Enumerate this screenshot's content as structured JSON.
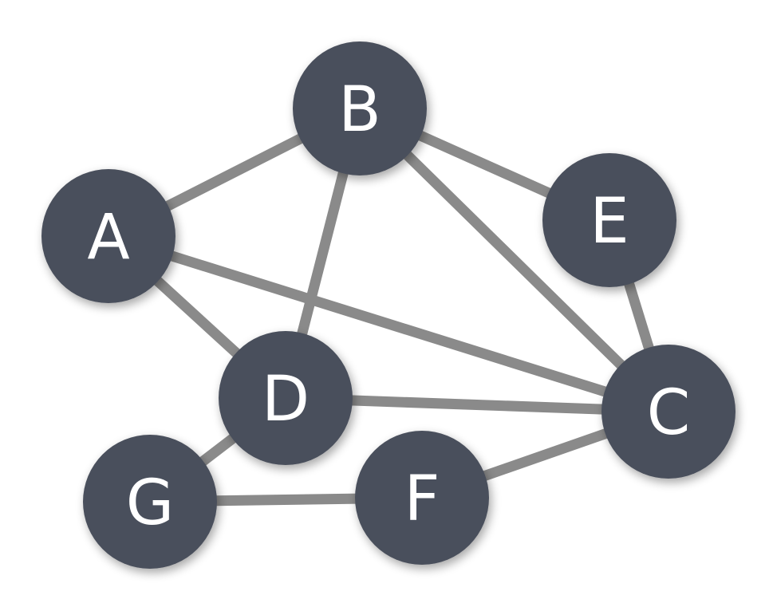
{
  "graph": {
    "nodes": [
      {
        "id": "A",
        "label": "A"
      },
      {
        "id": "B",
        "label": "B"
      },
      {
        "id": "C",
        "label": "C"
      },
      {
        "id": "D",
        "label": "D"
      },
      {
        "id": "E",
        "label": "E"
      },
      {
        "id": "F",
        "label": "F"
      },
      {
        "id": "G",
        "label": "G"
      }
    ],
    "edges": [
      [
        "A",
        "B"
      ],
      [
        "A",
        "D"
      ],
      [
        "A",
        "C"
      ],
      [
        "B",
        "D"
      ],
      [
        "B",
        "C"
      ],
      [
        "B",
        "E"
      ],
      [
        "E",
        "C"
      ],
      [
        "D",
        "C"
      ],
      [
        "D",
        "G"
      ],
      [
        "G",
        "F"
      ],
      [
        "F",
        "C"
      ]
    ],
    "colors": {
      "node_fill": "#4a4f5b",
      "edge": "#8a8a8a",
      "label": "#ffffff"
    }
  }
}
